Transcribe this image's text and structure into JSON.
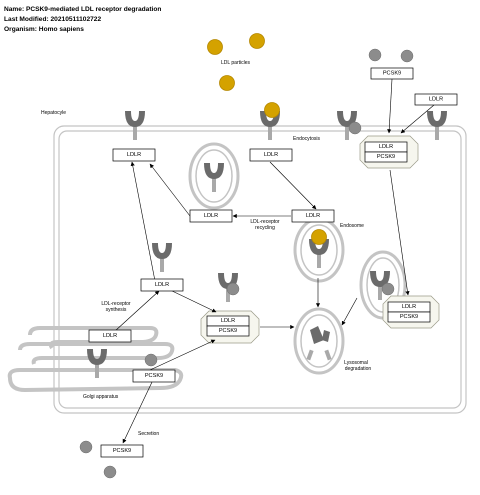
{
  "header": {
    "name_line": "Name: PCSK9-mediated LDL receptor degradation",
    "modified_line": "Last Modified: 20210511102722",
    "organism_line": "Organism: Homo sapiens"
  },
  "labels": {
    "ldl_particles": "LDL particles",
    "hepatocyte": "Hepatocyle",
    "endocytosis": "Endocytosis",
    "endosome": "Endosome",
    "recycling_1": "LDL-receptor",
    "recycling_2": "recycling",
    "synthesis_1": "LDL-receptor",
    "synthesis_2": "synthesis",
    "lysosomal_1": "Lysosomal",
    "lysosomal_2": "degradation",
    "golgi": "Golgi apparatus",
    "secretion": "Secretion"
  },
  "nodes": {
    "ldlr_left": "LDLR",
    "ldlr_top_center": "LDLR",
    "ldlr_recycle": "LDLR",
    "ldlr_endo": "LDLR",
    "ldlr_mid": "LDLR",
    "ldlr_golgi": "LDLR",
    "pcsk9_golgi": "PCSK9",
    "pcsk9_secreted": "PCSK9",
    "pcsk9_extracellular": "PCSK9",
    "ldlr_top_right": "LDLR",
    "complex_top_ldlr": "LDLR",
    "complex_top_pcsk9": "PCSK9",
    "complex_mid_ldlr": "LDLR",
    "complex_mid_pcsk9": "PCSK9",
    "complex_right_ldlr": "LDLR",
    "complex_right_pcsk9": "PCSK9"
  },
  "colors": {
    "ldl_particle": "#d4a200",
    "receptor": "#6b6b6b",
    "pcsk9": "#8c8c8c",
    "membrane": "#c4c4c4"
  }
}
